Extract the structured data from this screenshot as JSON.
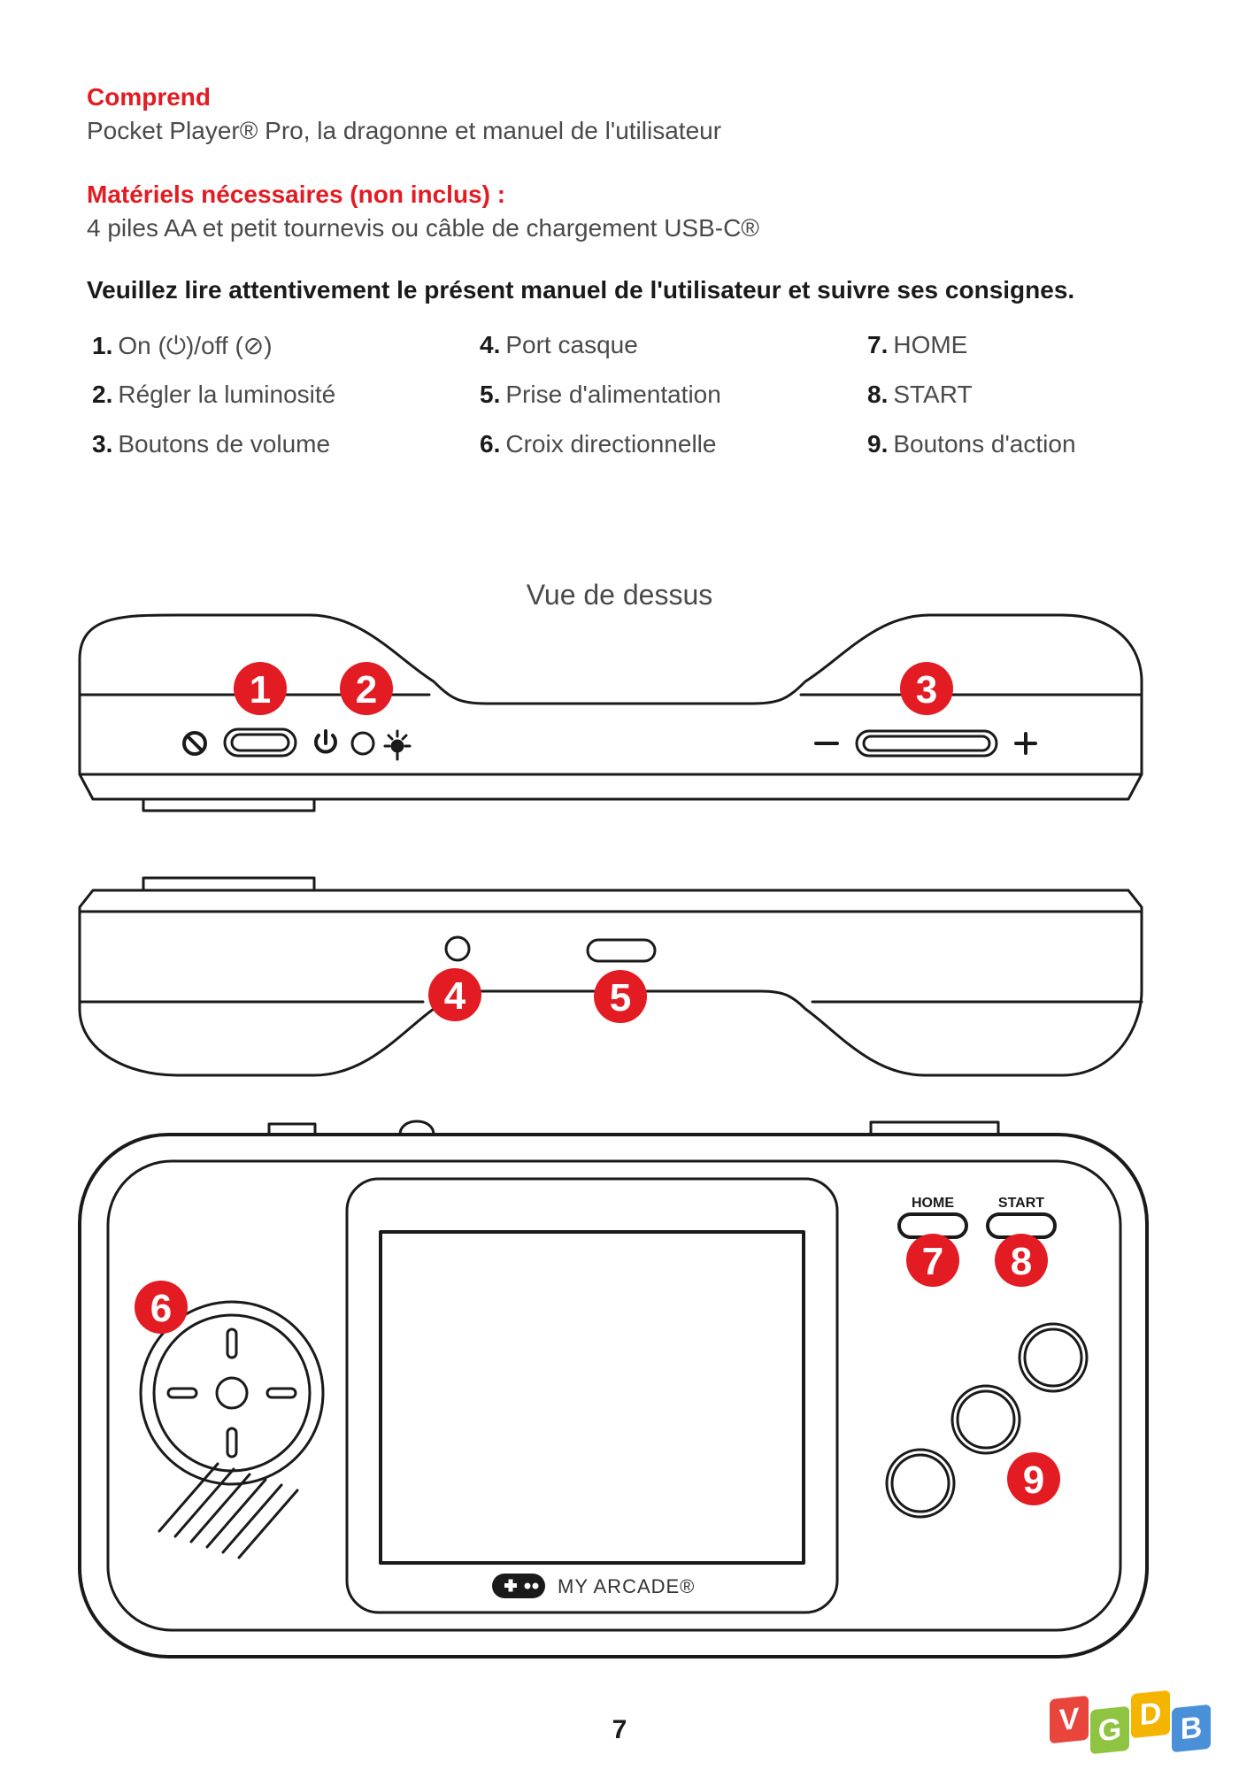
{
  "includes": {
    "heading": "Comprend",
    "text": "Pocket Player® Pro, la dragonne et manuel de l'utilisateur"
  },
  "materials": {
    "heading": "Matériels nécessaires (non inclus) :",
    "text": "4 piles AA et petit tournevis ou câble de chargement USB-C®"
  },
  "notice": "Veuillez lire attentivement le présent manuel de l'utilisateur et suivre ses consignes.",
  "parts": [
    {
      "num": "1.",
      "label": "On (⏻)/off (⊘)"
    },
    {
      "num": "2.",
      "label": "Régler la luminosité"
    },
    {
      "num": "3.",
      "label": "Boutons de volume"
    },
    {
      "num": "4.",
      "label": "Port casque"
    },
    {
      "num": "5.",
      "label": "Prise d'alimentation"
    },
    {
      "num": "6.",
      "label": "Croix directionnelle"
    },
    {
      "num": "7.",
      "label": "HOME"
    },
    {
      "num": "8.",
      "label": "START"
    },
    {
      "num": "9.",
      "label": "Boutons d'action"
    }
  ],
  "view_title": "Vue de dessus",
  "callouts": [
    "1",
    "2",
    "3",
    "4",
    "5",
    "6",
    "7",
    "8",
    "9"
  ],
  "device_labels": {
    "home": "HOME",
    "start": "START",
    "brand": "MY ARCADE®"
  },
  "icons": {
    "off_symbol": "off-icon",
    "power_symbol": "power-icon",
    "brightness_symbol": "brightness-icon",
    "volume_minus": "minus-icon",
    "volume_plus": "plus-icon",
    "brand_logo": "gamepad-logo-icon"
  },
  "colors": {
    "accent_red": "#e31b23",
    "line": "#1a1a1a"
  },
  "page_number": "7",
  "watermark": {
    "letters": [
      "V",
      "G",
      "D",
      "B"
    ],
    "colors": [
      "#e8453c",
      "#8fc442",
      "#f4b400",
      "#4a90d9"
    ]
  }
}
